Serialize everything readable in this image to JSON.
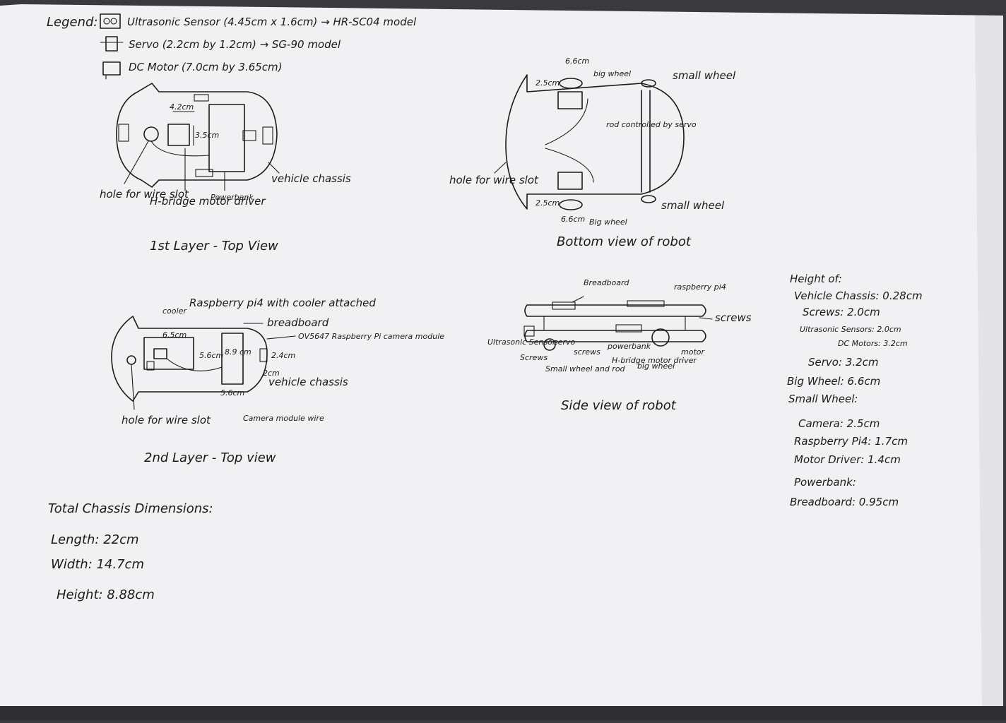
{
  "legend": {
    "heading": "Legend:",
    "ultrasonic": "Ultrasonic Sensor (4.45cm x 1.6cm) → HR-SC04 model",
    "servo": "Servo (2.2cm by 1.2cm) → SG-90 model",
    "dc_motor": "DC Motor (7.0cm by 3.65cm)"
  },
  "layer1": {
    "dim_4cm": "4.2cm",
    "dim_35": "3.5cm",
    "hole": "hole for wire slot",
    "hbridge": "H-bridge motor driver",
    "powerbank": "Powerbank",
    "chassis": "vehicle chassis",
    "title": "1st Layer - Top View"
  },
  "bottom": {
    "dim_66_top": "6.6cm",
    "dim_25_top": "2.5cm",
    "big_wheel_top": "big wheel",
    "small_wheel_top": "small wheel",
    "rod": "rod controlled by servo",
    "hole": "hole for wire slot",
    "dim_25_bot": "2.5cm",
    "dim_66_bot": "6.6cm",
    "big_wheel_bot": "Big wheel",
    "small_wheel_bot": "small wheel",
    "title": "Bottom view of robot"
  },
  "layer2": {
    "cooler": "cooler",
    "rpi": "Raspberry pi4 with cooler attached",
    "breadboard": "breadboard",
    "camera_module": "OV5647 Raspberry Pi camera module",
    "dim_65": "6.5cm",
    "dim_56": "5.6cm",
    "dim_89": "8.9 cm",
    "dim_24": "2.4cm",
    "dim_2": "2cm",
    "dim_56b": "5.6cm",
    "chassis": "vehicle chassis",
    "camera_wire": "Camera module wire",
    "hole": "hole for wire slot",
    "title": "2nd Layer - Top view"
  },
  "side": {
    "breadboard": "Breadboard",
    "rpi": "raspberry pi4",
    "screws_r": "screws",
    "ultrasonic": "Ultrasonic Sensor",
    "screws_l": "Screws",
    "servo": "servo",
    "screws_mid": "screws",
    "powerbank": "powerbank",
    "small_wheel_rod": "Small wheel and rod",
    "hbridge": "H-bridge motor driver",
    "big_wheel": "big wheel",
    "motor": "motor",
    "title": "Side view of robot"
  },
  "heights": {
    "heading": "Height of:",
    "rows": [
      "Vehicle Chassis: 0.28cm",
      "Screws: 2.0cm",
      "Ultrasonic Sensors: 2.0cm",
      "DC Motors: 3.2cm",
      "Servo: 3.2cm",
      "Big Wheel: 6.6cm",
      "Small Wheel:",
      "Camera: 2.5cm",
      "Raspberry Pi4: 1.7cm",
      "Motor Driver: 1.4cm",
      "Powerbank:",
      "Breadboard: 0.95cm"
    ]
  },
  "totals": {
    "heading": "Total Chassis Dimensions:",
    "length": "Length: 22cm",
    "width": "Width: 14.7cm",
    "height": "Height: 8.88cm"
  }
}
